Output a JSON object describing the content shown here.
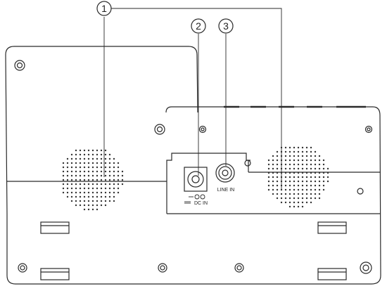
{
  "callouts": [
    {
      "number": "1"
    },
    {
      "number": "2"
    },
    {
      "number": "3"
    }
  ],
  "port_labels": {
    "dc_in": "DC IN",
    "line_in": "LINE IN"
  },
  "colors": {
    "stroke": "#2a2a2a",
    "fill": "#ffffff",
    "dots": "#333333"
  }
}
